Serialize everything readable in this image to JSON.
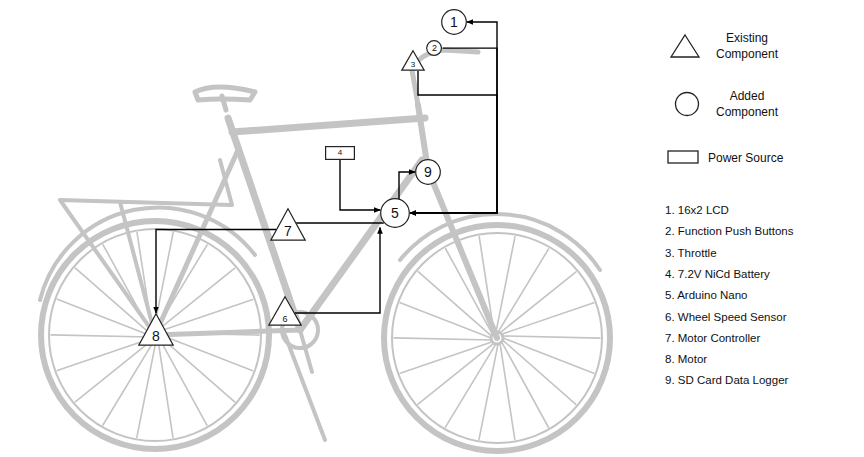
{
  "diagram": {
    "nodes": [
      {
        "text": [
          "1"
        ]
      },
      {
        "text": [
          "2"
        ]
      },
      {
        "text": [
          "3"
        ]
      },
      {
        "text": [
          "4"
        ]
      },
      {
        "text": [
          "5"
        ]
      },
      {
        "text": [
          "6"
        ]
      },
      {
        "text": [
          "7"
        ]
      },
      {
        "text": [
          "8"
        ]
      },
      {
        "text": [
          "9"
        ]
      }
    ],
    "edges": [
      {
        "from": 4,
        "to": 0,
        "arrow": "to"
      },
      {
        "from": 1,
        "to": 4,
        "arrow": "to"
      },
      {
        "from": 2,
        "to": 4,
        "arrow": "to"
      },
      {
        "from": 3,
        "to": 4,
        "arrow": "to"
      },
      {
        "from": 4,
        "to": 8,
        "arrow": "to"
      },
      {
        "from": 4,
        "to": 6,
        "arrow": "none"
      },
      {
        "from": 6,
        "to": 7,
        "arrow": "to"
      },
      {
        "from": 5,
        "to": 4,
        "arrow": "to"
      }
    ],
    "labels": [
      "1. 16x2 LCD",
      "2. Function Push Buttons",
      "3. Throttle",
      "4. 7.2V NiCd Battery",
      "5. Arduino Nano",
      "6. Wheel Speed Sensor",
      "7. Motor Controller",
      "8. Motor",
      "9. SD Card Data Logger"
    ],
    "legend": [
      {
        "text": "Existing Component"
      },
      {
        "text": "Added Component"
      },
      {
        "text": "Power Source"
      }
    ]
  }
}
